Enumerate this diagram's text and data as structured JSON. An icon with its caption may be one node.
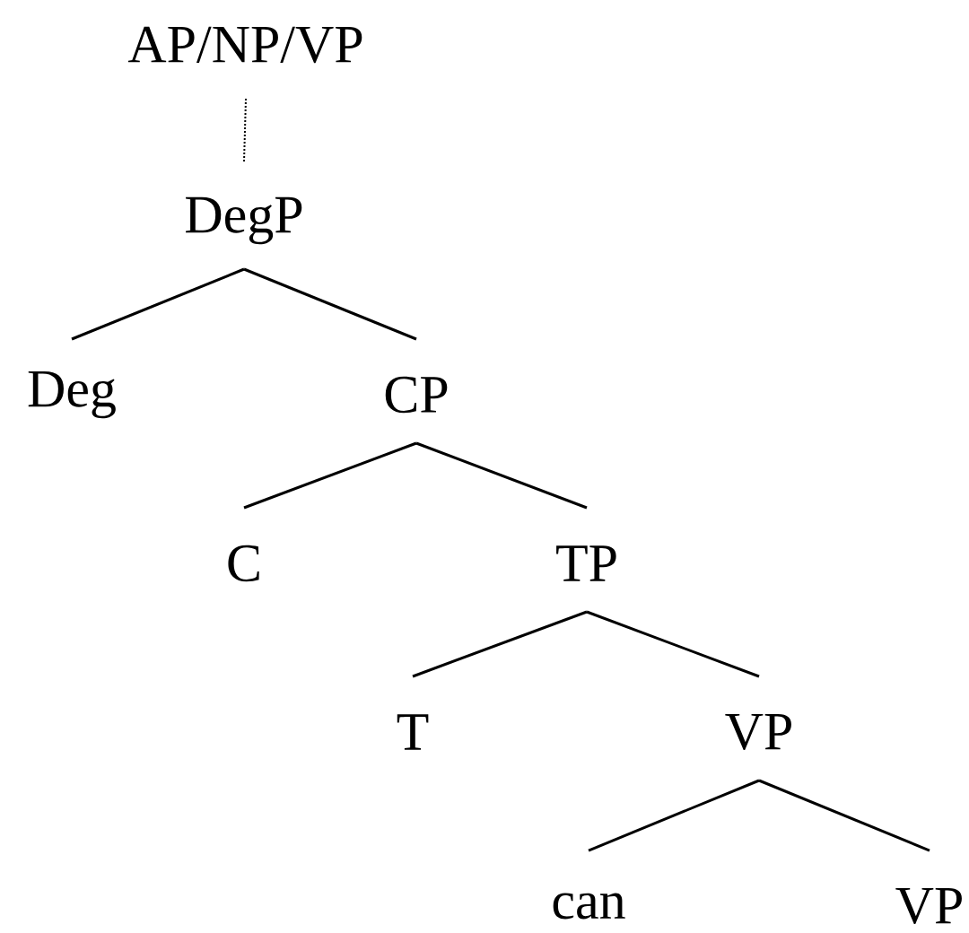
{
  "diagram": {
    "nodes": [
      {
        "text": [
          "AP/NP/VP"
        ]
      },
      {
        "text": [
          "DegP"
        ]
      },
      {
        "text": [
          "Deg"
        ]
      },
      {
        "text": [
          "CP"
        ]
      },
      {
        "text": [
          "C"
        ]
      },
      {
        "text": [
          "TP"
        ]
      },
      {
        "text": [
          "T"
        ]
      },
      {
        "text": [
          "VP"
        ]
      },
      {
        "text": [
          "can"
        ]
      },
      {
        "text": [
          "VP"
        ]
      }
    ],
    "edges": [
      {
        "from": 0,
        "to": 1,
        "arrow": "none",
        "style": "dashed"
      },
      {
        "from": 1,
        "to": 2,
        "arrow": "none"
      },
      {
        "from": 1,
        "to": 3,
        "arrow": "none"
      },
      {
        "from": 3,
        "to": 4,
        "arrow": "none"
      },
      {
        "from": 3,
        "to": 5,
        "arrow": "none"
      },
      {
        "from": 5,
        "to": 6,
        "arrow": "none"
      },
      {
        "from": 5,
        "to": 7,
        "arrow": "none"
      },
      {
        "from": 7,
        "to": 8,
        "arrow": "none"
      },
      {
        "from": 7,
        "to": 9,
        "arrow": "none"
      }
    ]
  }
}
